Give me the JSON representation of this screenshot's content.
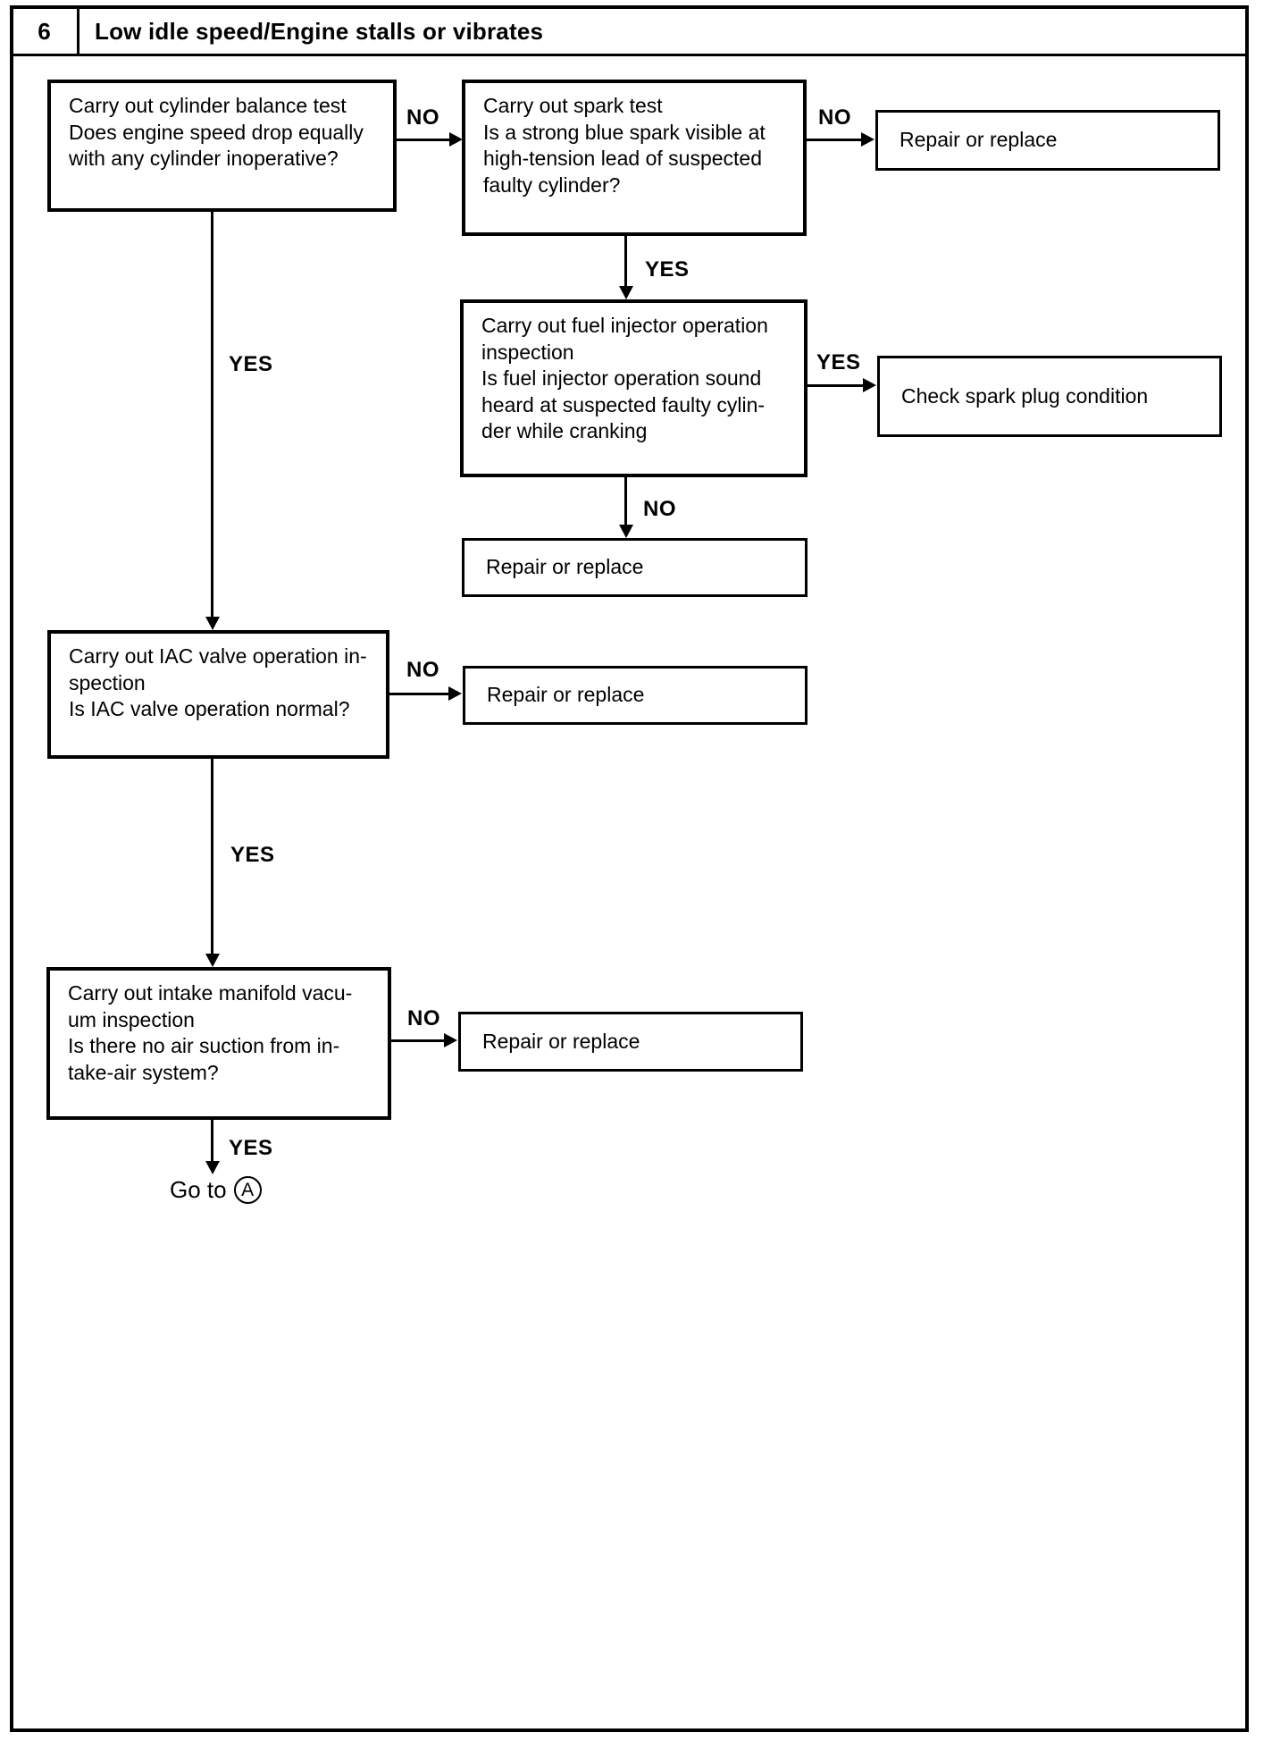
{
  "header": {
    "number": "6",
    "title": "Low idle speed/Engine stalls or vibrates"
  },
  "labels": {
    "yes": "YES",
    "no": "NO"
  },
  "nodes": {
    "cylinder_balance": "Carry out cylinder balance test\nDoes engine speed drop equally\nwith any cylinder inoperative?",
    "spark_test": "Carry out spark test\nIs a strong blue spark visible at\nhigh-tension lead of suspected\nfaulty cylinder?",
    "repair_top": "Repair or replace",
    "fuel_injector": "Carry out fuel injector operation\ninspection\nIs fuel injector operation sound\nheard at suspected faulty cylin-\nder while cranking",
    "check_spark_plug": "Check spark plug condition",
    "repair_fuel": "Repair or replace",
    "iac_valve": "Carry out IAC valve operation in-\nspection\nIs IAC valve operation normal?",
    "repair_iac": "Repair or replace",
    "intake_manifold": "Carry out intake manifold vacu-\num inspection\nIs there no air suction from in-\ntake-air system?",
    "repair_intake": "Repair or replace",
    "goto_prefix": "Go to",
    "goto_target": "A"
  }
}
